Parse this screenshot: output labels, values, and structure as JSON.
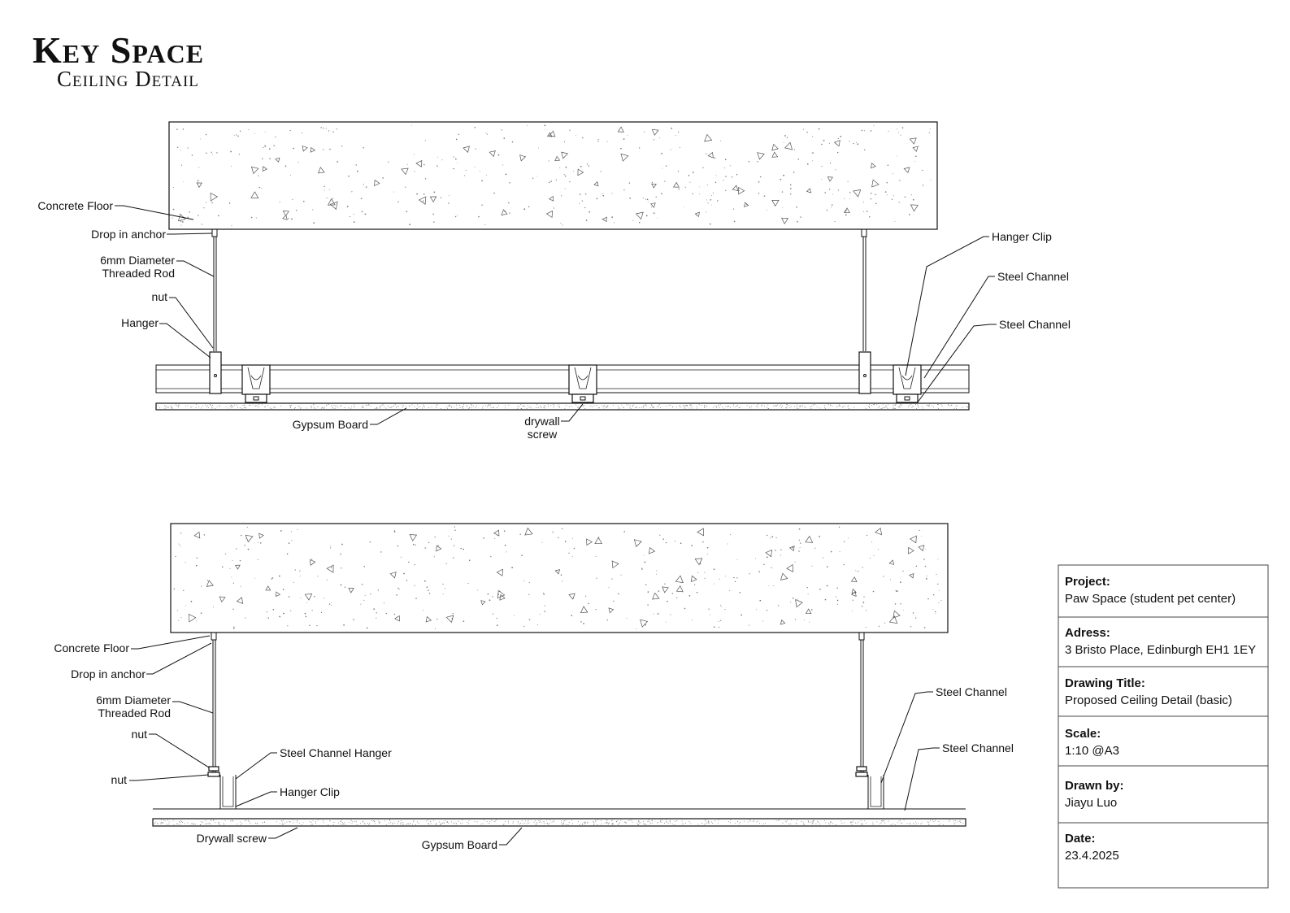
{
  "title": {
    "main": "Key Space",
    "sub": "Ceiling Detail"
  },
  "detail_top": {
    "labels": {
      "concrete_floor": "Concrete Floor",
      "drop_in_anchor": "Drop in anchor",
      "threaded_rod_1": "6mm Diameter",
      "threaded_rod_2": "Threaded Rod",
      "nut": "nut",
      "hanger": "Hanger",
      "hanger_clip": "Hanger Clip",
      "steel_channel_1": "Steel Channel",
      "steel_channel_2": "Steel Channel",
      "gypsum_board": "Gypsum Board",
      "drywall_screw_1": "drywall",
      "drywall_screw_2": "screw"
    }
  },
  "detail_bottom": {
    "labels": {
      "concrete_floor": "Concrete Floor",
      "drop_in_anchor": "Drop in anchor",
      "threaded_rod_1": "6mm Diameter",
      "threaded_rod_2": "Threaded Rod",
      "nut_1": "nut",
      "nut_2": "nut",
      "steel_channel_hanger": "Steel Channel Hanger",
      "hanger_clip": "Hanger Clip",
      "steel_channel_1": "Steel Channel",
      "steel_channel_2": "Steel Channel",
      "drywall_screw": "Drywall screw",
      "gypsum_board": "Gypsum Board"
    }
  },
  "title_block": {
    "project_label": "Project:",
    "project_value": "Paw Space (student pet center)",
    "address_label": "Adress:",
    "address_value": "3 Bristo Place, Edinburgh  EH1 1EY",
    "drawing_title_label": "Drawing Title:",
    "drawing_title_value": "Proposed Ceiling Detail (basic)",
    "scale_label": "Scale:",
    "scale_value": "1:10 @A3",
    "drawn_by_label": "Drawn by:",
    "drawn_by_value": "Jiayu Luo",
    "date_label": "Date:",
    "date_value": "23.4.2025"
  }
}
